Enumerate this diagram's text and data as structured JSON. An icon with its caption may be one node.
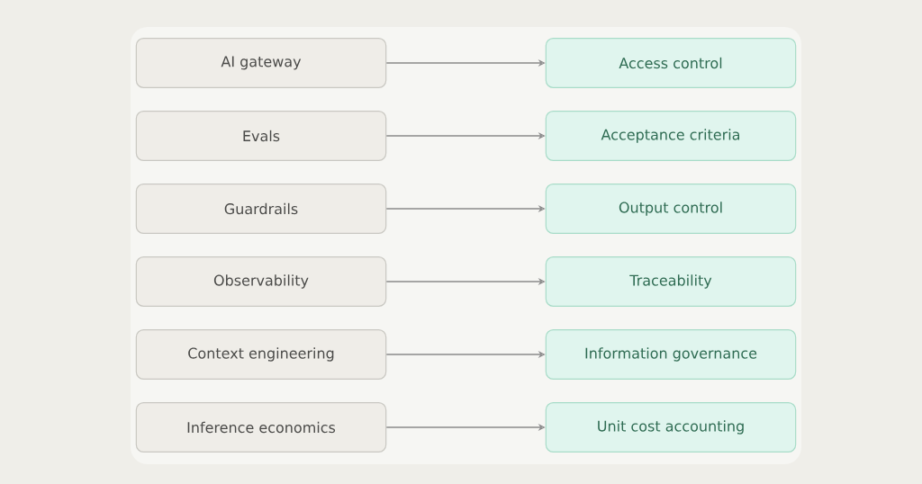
{
  "diagram": {
    "nodes": [
      {
        "text": [
          "AI gateway"
        ]
      },
      {
        "text": [
          "Access control"
        ]
      },
      {
        "text": [
          "Evals"
        ]
      },
      {
        "text": [
          "Acceptance criteria"
        ]
      },
      {
        "text": [
          "Guardrails"
        ]
      },
      {
        "text": [
          "Output control"
        ]
      },
      {
        "text": [
          "Observability"
        ]
      },
      {
        "text": [
          "Traceability"
        ]
      },
      {
        "text": [
          "Context engineering"
        ]
      },
      {
        "text": [
          "Information governance"
        ]
      },
      {
        "text": [
          "Inference economics"
        ]
      },
      {
        "text": [
          "Unit cost accounting"
        ]
      }
    ],
    "edges": [
      {
        "from": 0,
        "to": 1,
        "arrow": "to"
      },
      {
        "from": 2,
        "to": 3,
        "arrow": "to"
      },
      {
        "from": 4,
        "to": 5,
        "arrow": "to"
      },
      {
        "from": 6,
        "to": 7,
        "arrow": "to"
      },
      {
        "from": 8,
        "to": 9,
        "arrow": "to"
      },
      {
        "from": 10,
        "to": 11,
        "arrow": "to"
      }
    ]
  }
}
